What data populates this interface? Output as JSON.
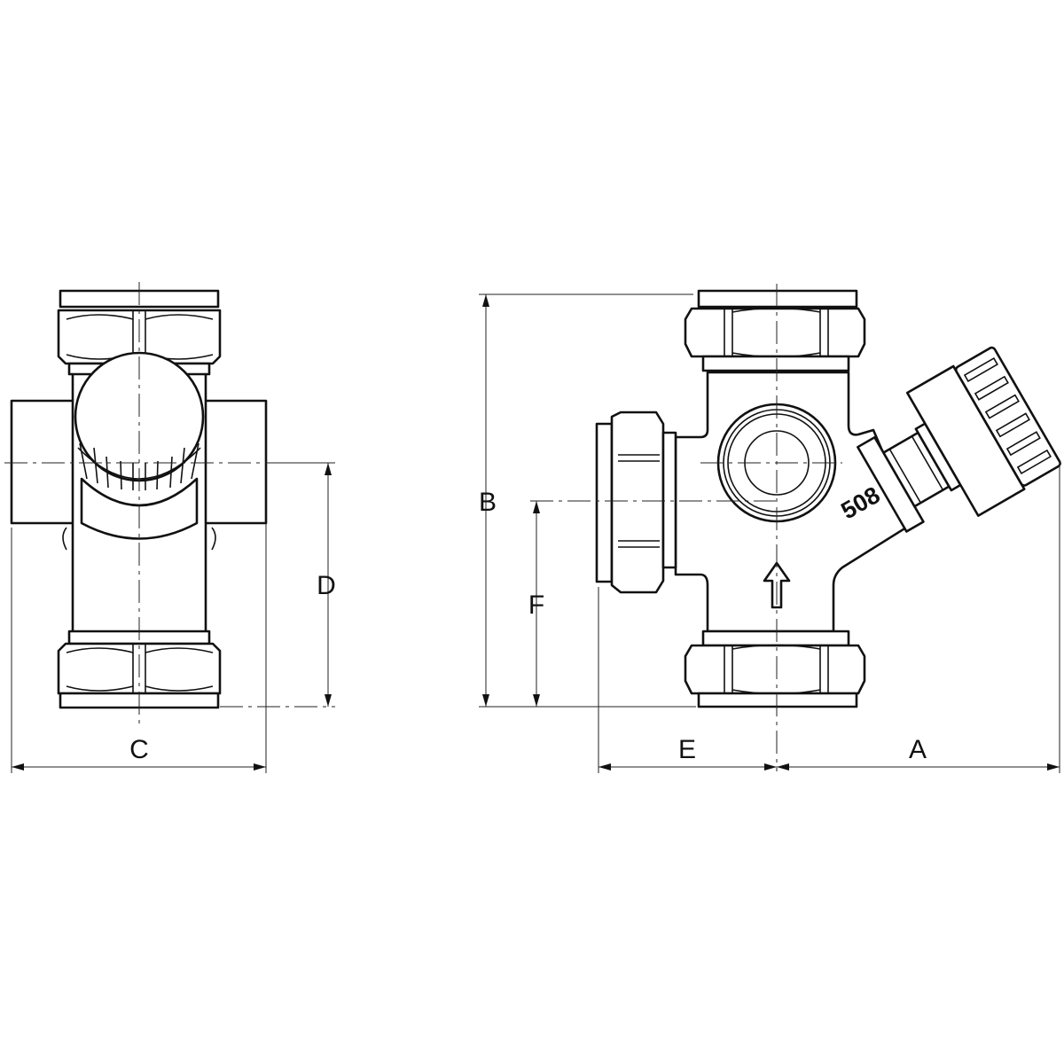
{
  "dimensions": {
    "A": "A",
    "B": "B",
    "C": "C",
    "D": "D",
    "E": "E",
    "F": "F"
  },
  "body_marking": "508",
  "colors": {
    "line": "#111111",
    "background": "#ffffff"
  }
}
